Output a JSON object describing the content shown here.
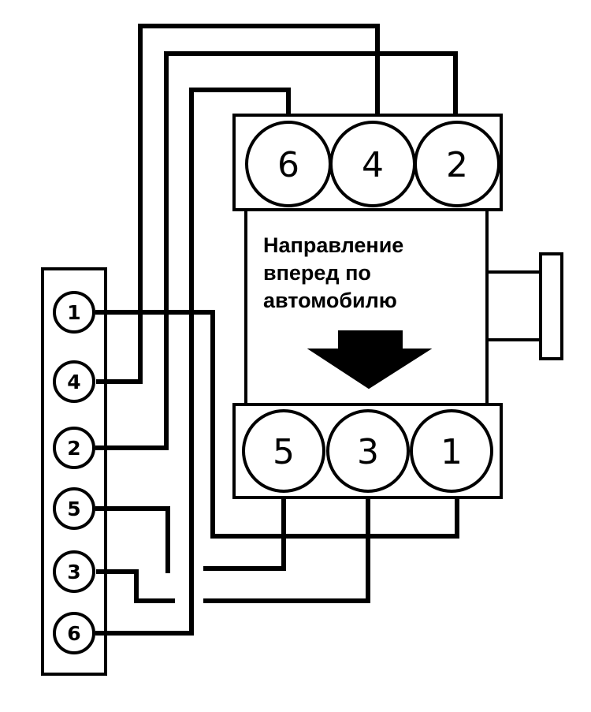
{
  "diagram": {
    "caption_lines": [
      "Направление",
      "вперед по",
      "автомобилю"
    ],
    "top_bank_cylinders": [
      "6",
      "4",
      "2"
    ],
    "bottom_bank_cylinders": [
      "5",
      "3",
      "1"
    ],
    "coil_terminals": [
      "1",
      "4",
      "2",
      "5",
      "3",
      "6"
    ]
  },
  "colors": {
    "ink": "#000000",
    "paper": "#ffffff"
  }
}
